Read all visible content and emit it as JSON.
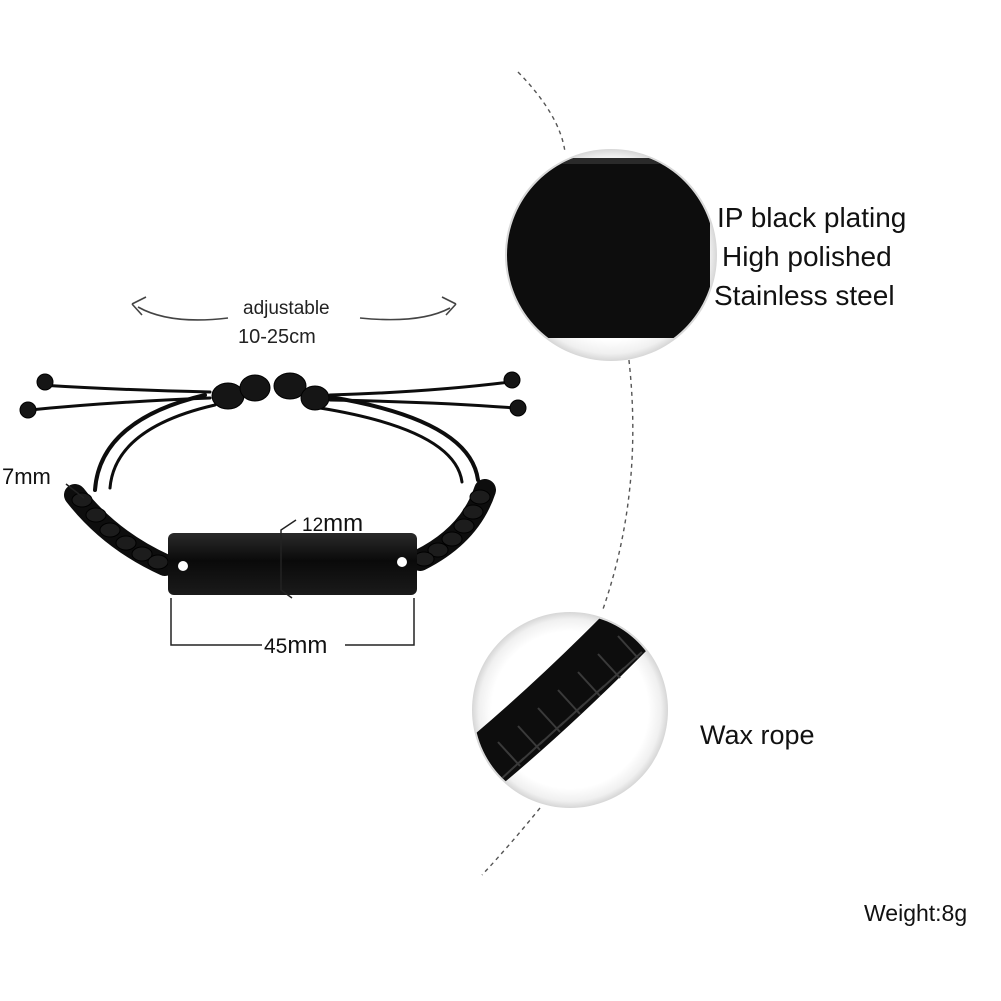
{
  "adjustable": {
    "label": "adjustable",
    "range": "10-25cm"
  },
  "dimensions": {
    "rope_thickness": "7mm",
    "plate_height_num": "12",
    "plate_height_unit": "mm",
    "plate_width_num": "45",
    "plate_width_unit": "mm"
  },
  "plate_features": {
    "line1": "IP black plating",
    "line2": "High polished",
    "line3": "Stainless steel"
  },
  "rope": {
    "label": "Wax rope"
  },
  "weight": {
    "label": "Weight:8g"
  },
  "colors": {
    "background": "#ffffff",
    "product_black": "#0d0d0d",
    "line_gray": "#555555"
  }
}
